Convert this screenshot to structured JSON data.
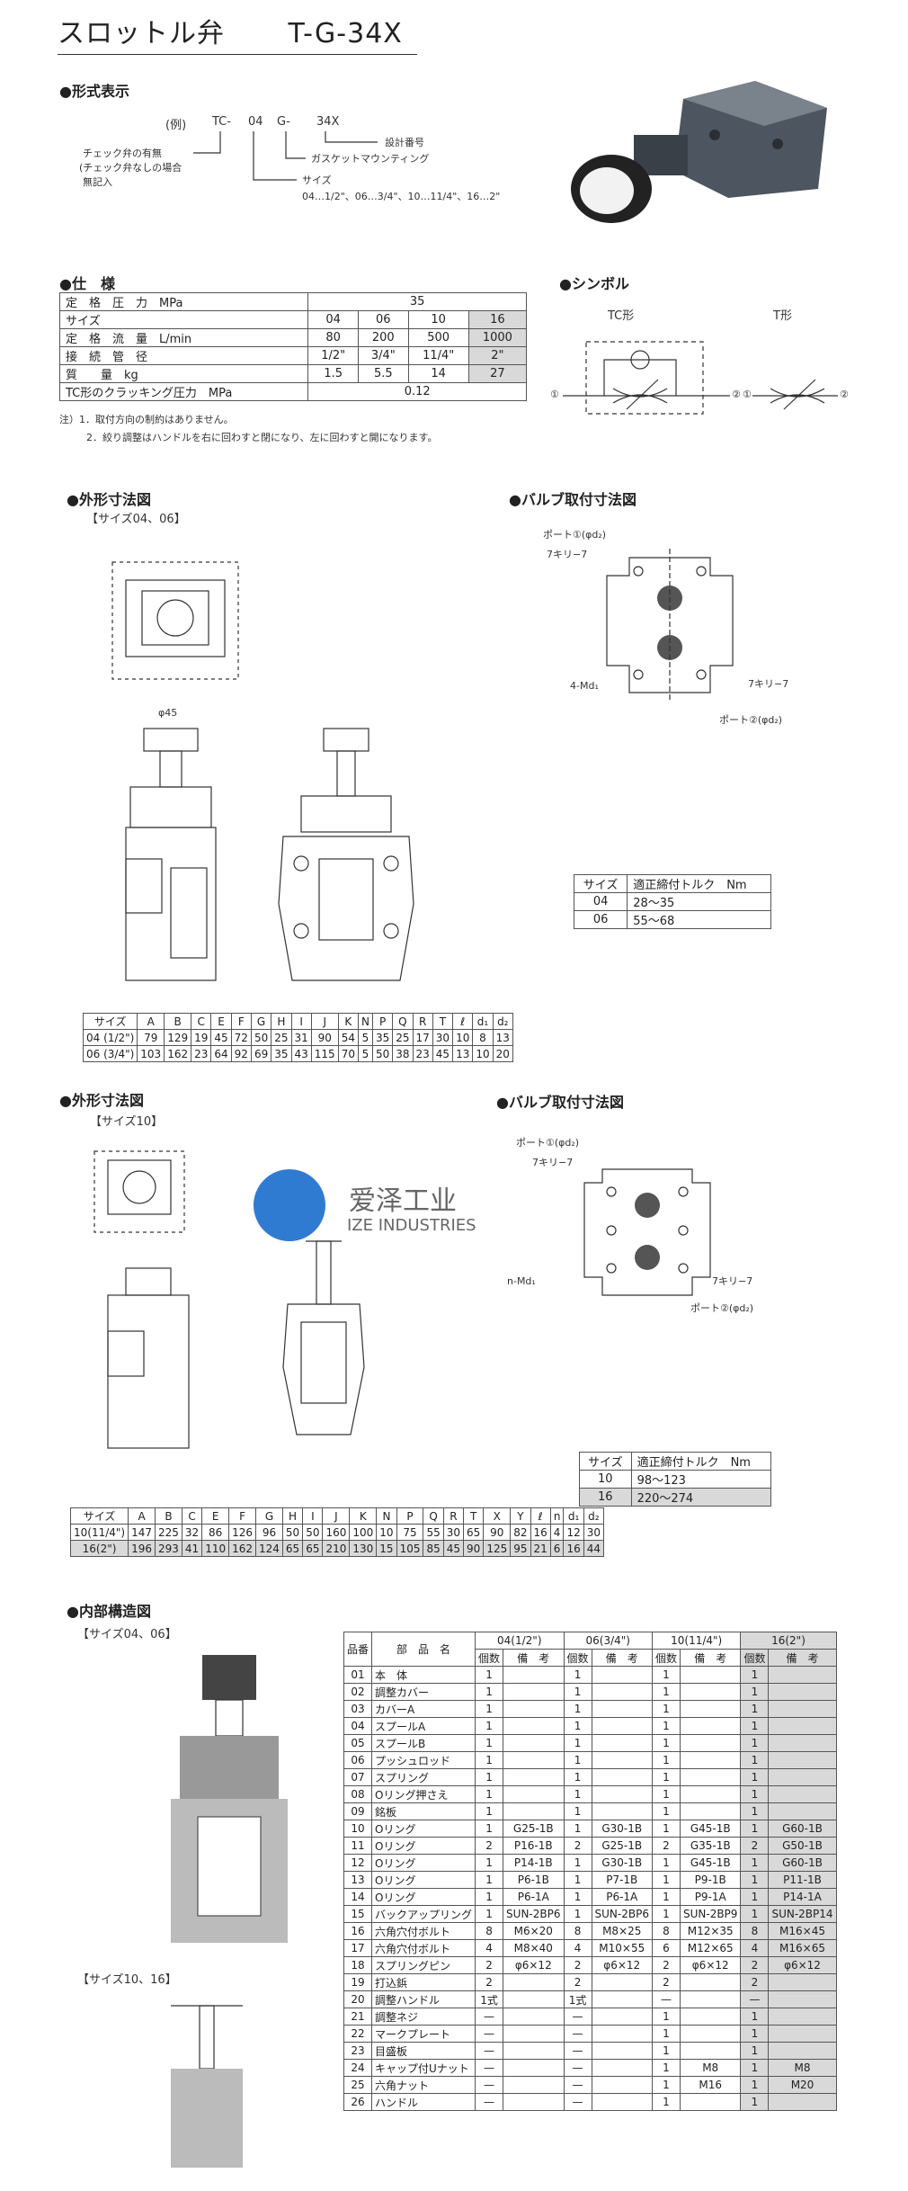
{
  "title": {
    "text": "スロットル弁",
    "model": "T-G-34X"
  },
  "model_code": {
    "heading": "●形式表示",
    "example": "(例)",
    "code_parts": [
      "TC-",
      "04",
      "G-",
      "34X"
    ],
    "labels": {
      "check": "チェック弁の有無",
      "check_note1": "(チェック弁なしの場合",
      "check_note2": "無記入",
      "design": "設計番号",
      "gasket": "ガスケットマウンティング",
      "size": "サイズ",
      "sizes": "04…1/2\"、06…3/4\"、10…11/4\"、16…2\""
    }
  },
  "spec": {
    "heading": "●仕　様",
    "rows": [
      {
        "label": "定　格　圧　力　MPa",
        "values": [
          "35"
        ],
        "span": true
      },
      {
        "label": "サイズ",
        "values": [
          "04",
          "06",
          "10",
          "16"
        ]
      },
      {
        "label": "定　格　流　量　L/min",
        "values": [
          "80",
          "200",
          "500",
          "1000"
        ]
      },
      {
        "label": "接　続　管　径",
        "values": [
          "1/2\"",
          "3/4\"",
          "11/4\"",
          "2\""
        ]
      },
      {
        "label": "質　　量　kg",
        "values": [
          "1.5",
          "5.5",
          "14",
          "27"
        ]
      },
      {
        "label": "TC形のクラッキング圧力　MPa",
        "values": [
          "0.12"
        ],
        "span": true
      }
    ],
    "notes": [
      "注）1．取付方向の制約はありません。",
      "2．絞り調整はハンドルを右に回わすと閉になり、左に回わすと開になります。"
    ]
  },
  "symbol": {
    "heading": "●シンボル",
    "tc": "TC形",
    "t": "T形",
    "p1": "①",
    "p2": "②"
  },
  "outline1": {
    "heading": "●外形寸法図",
    "sub": "【サイズ04、06】",
    "dia": "φ45"
  },
  "mount1": {
    "heading": "●バルブ取付寸法図",
    "port1": "ポート①(φd₂)",
    "port2": "ポート②(φd₂)",
    "key1": "7キリ−7",
    "key2": "7キリ−7",
    "bolt": "4-Md₁",
    "torque_header": [
      "サイズ",
      "適正締付トルク　Nm"
    ],
    "torque": [
      [
        "04",
        "28〜35"
      ],
      [
        "06",
        "55〜68"
      ]
    ]
  },
  "dims1": {
    "headers": [
      "サイズ",
      "A",
      "B",
      "C",
      "E",
      "F",
      "G",
      "H",
      "I",
      "J",
      "K",
      "N",
      "P",
      "Q",
      "R",
      "T",
      "ℓ",
      "d₁",
      "d₂"
    ],
    "rows": [
      [
        "04 (1/2\")",
        "79",
        "129",
        "19",
        "45",
        "72",
        "50",
        "25",
        "31",
        "90",
        "54",
        "5",
        "35",
        "25",
        "17",
        "30",
        "10",
        "8",
        "13"
      ],
      [
        "06 (3/4\")",
        "103",
        "162",
        "23",
        "64",
        "92",
        "69",
        "35",
        "43",
        "115",
        "70",
        "5",
        "50",
        "38",
        "23",
        "45",
        "13",
        "10",
        "20"
      ]
    ]
  },
  "outline2": {
    "heading": "●外形寸法図",
    "sub": "【サイズ10】"
  },
  "mount2": {
    "heading": "●バルブ取付寸法図",
    "port1": "ポート①(φd₂)",
    "port2": "ポート②(φd₂)",
    "key1": "7キリ−7",
    "key2": "7キリ−7",
    "bolt": "n-Md₁",
    "torque_header": [
      "サイズ",
      "適正締付トルク　Nm"
    ],
    "torque": [
      [
        "10",
        "98〜123"
      ],
      [
        "16",
        "220〜274"
      ]
    ]
  },
  "watermark": {
    "cn": "爱泽工业",
    "en": "IZE INDUSTRIES"
  },
  "dims2": {
    "headers": [
      "サイズ",
      "A",
      "B",
      "C",
      "E",
      "F",
      "G",
      "H",
      "I",
      "J",
      "K",
      "N",
      "P",
      "Q",
      "R",
      "T",
      "X",
      "Y",
      "ℓ",
      "n",
      "d₁",
      "d₂"
    ],
    "rows": [
      [
        "10(11/4\")",
        "147",
        "225",
        "32",
        "86",
        "126",
        "96",
        "50",
        "50",
        "160",
        "100",
        "10",
        "75",
        "55",
        "30",
        "65",
        "90",
        "82",
        "16",
        "4",
        "12",
        "30"
      ],
      [
        "16(2\")",
        "196",
        "293",
        "41",
        "110",
        "162",
        "124",
        "65",
        "65",
        "210",
        "130",
        "15",
        "105",
        "85",
        "45",
        "90",
        "125",
        "95",
        "21",
        "6",
        "16",
        "44"
      ]
    ]
  },
  "internal": {
    "heading": "●内部構造図",
    "sub1": "【サイズ04、06】",
    "sub2": "【サイズ10、16】"
  },
  "parts": {
    "col_num": "品番",
    "col_name": "部　品　名",
    "sizes": [
      "04(1/2\")",
      "06(3/4\")",
      "10(11/4\")",
      "16(2\")"
    ],
    "qty": "個数",
    "note": "備　考",
    "rows": [
      [
        "01",
        "本　体",
        "1",
        "",
        "1",
        "",
        "1",
        "",
        "1",
        ""
      ],
      [
        "02",
        "調整カバー",
        "1",
        "",
        "1",
        "",
        "1",
        "",
        "1",
        ""
      ],
      [
        "03",
        "カバーA",
        "1",
        "",
        "1",
        "",
        "1",
        "",
        "1",
        ""
      ],
      [
        "04",
        "スプールA",
        "1",
        "",
        "1",
        "",
        "1",
        "",
        "1",
        ""
      ],
      [
        "05",
        "スプールB",
        "1",
        "",
        "1",
        "",
        "1",
        "",
        "1",
        ""
      ],
      [
        "06",
        "プッシュロッド",
        "1",
        "",
        "1",
        "",
        "1",
        "",
        "1",
        ""
      ],
      [
        "07",
        "スプリング",
        "1",
        "",
        "1",
        "",
        "1",
        "",
        "1",
        ""
      ],
      [
        "08",
        "Oリング押さえ",
        "1",
        "",
        "1",
        "",
        "1",
        "",
        "1",
        ""
      ],
      [
        "09",
        "銘板",
        "1",
        "",
        "1",
        "",
        "1",
        "",
        "1",
        ""
      ],
      [
        "10",
        "Oリング",
        "1",
        "G25-1B",
        "1",
        "G30-1B",
        "1",
        "G45-1B",
        "1",
        "G60-1B"
      ],
      [
        "11",
        "Oリング",
        "2",
        "P16-1B",
        "2",
        "G25-1B",
        "2",
        "G35-1B",
        "2",
        "G50-1B"
      ],
      [
        "12",
        "Oリング",
        "1",
        "P14-1B",
        "1",
        "G30-1B",
        "1",
        "G45-1B",
        "1",
        "G60-1B"
      ],
      [
        "13",
        "Oリング",
        "1",
        "P6-1B",
        "1",
        "P7-1B",
        "1",
        "P9-1B",
        "1",
        "P11-1B"
      ],
      [
        "14",
        "Oリング",
        "1",
        "P6-1A",
        "1",
        "P6-1A",
        "1",
        "P9-1A",
        "1",
        "P14-1A"
      ],
      [
        "15",
        "バックアップリング",
        "1",
        "SUN-2BP6",
        "1",
        "SUN-2BP6",
        "1",
        "SUN-2BP9",
        "1",
        "SUN-2BP14"
      ],
      [
        "16",
        "六角穴付ボルト",
        "8",
        "M6×20",
        "8",
        "M8×25",
        "8",
        "M12×35",
        "8",
        "M16×45"
      ],
      [
        "17",
        "六角穴付ボルト",
        "4",
        "M8×40",
        "4",
        "M10×55",
        "6",
        "M12×65",
        "4",
        "M16×65"
      ],
      [
        "18",
        "スプリングピン",
        "2",
        "φ6×12",
        "2",
        "φ6×12",
        "2",
        "φ6×12",
        "2",
        "φ6×12"
      ],
      [
        "19",
        "打込鋲",
        "2",
        "",
        "2",
        "",
        "2",
        "",
        "2",
        ""
      ],
      [
        "20",
        "調整ハンドル",
        "1式",
        "",
        "1式",
        "",
        "—",
        "",
        "—",
        ""
      ],
      [
        "21",
        "調整ネジ",
        "—",
        "",
        "—",
        "",
        "1",
        "",
        "1",
        ""
      ],
      [
        "22",
        "マークプレート",
        "—",
        "",
        "—",
        "",
        "1",
        "",
        "1",
        ""
      ],
      [
        "23",
        "目盛板",
        "—",
        "",
        "—",
        "",
        "1",
        "",
        "1",
        ""
      ],
      [
        "24",
        "キャップ付Uナット",
        "—",
        "",
        "—",
        "",
        "1",
        "M8",
        "1",
        "M8"
      ],
      [
        "25",
        "六角ナット",
        "—",
        "",
        "—",
        "",
        "1",
        "M16",
        "1",
        "M20"
      ],
      [
        "26",
        "ハンドル",
        "—",
        "",
        "—",
        "",
        "1",
        "",
        "1",
        ""
      ]
    ]
  }
}
